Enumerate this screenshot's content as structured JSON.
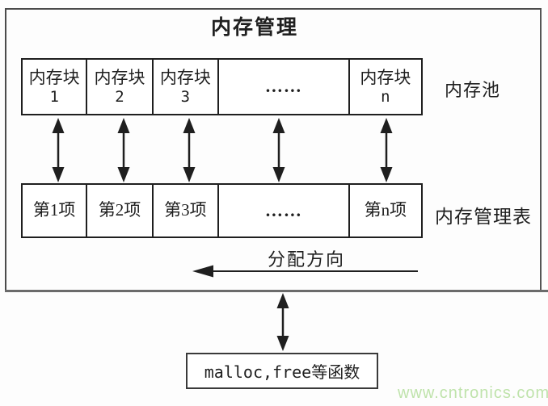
{
  "title": "内存管理",
  "pool": {
    "label": "内存池",
    "cells": [
      {
        "line1": "内存块",
        "line2": "1"
      },
      {
        "line1": "内存块",
        "line2": "2"
      },
      {
        "line1": "内存块",
        "line2": "3"
      },
      {
        "line1": "……"
      },
      {
        "line1": "内存块",
        "line2": "n"
      }
    ]
  },
  "table": {
    "label": "内存管理表",
    "cells": [
      {
        "text": "第1项"
      },
      {
        "text": "第2项"
      },
      {
        "text": "第3项"
      },
      {
        "text": "……"
      },
      {
        "text": "第n项"
      }
    ]
  },
  "allocation": {
    "label": "分配方向"
  },
  "functions_box": {
    "text": "malloc,free等函数"
  },
  "watermark": {
    "text": "www.cntronics.com",
    "color": "#bfe3ab"
  },
  "colors": {
    "line": "#1f1f1f",
    "outer_border": "#4b4b4b",
    "text": "#1f1f1f"
  }
}
